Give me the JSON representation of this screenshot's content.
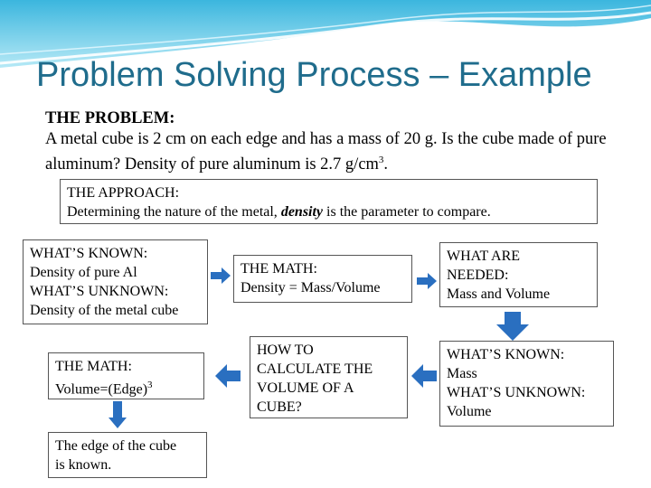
{
  "title": "Problem Solving Process – Example",
  "problem": {
    "heading": "THE PROBLEM:",
    "text_before_sup": "A metal cube is 2 cm on each edge and has a mass of 20 g.  Is the cube made of pure aluminum?  Density of pure aluminum is 2.7 g/cm",
    "sup": "3",
    "text_after_sup": "."
  },
  "approach": {
    "heading": "THE APPROACH:",
    "text_before": "Determining the nature of the metal, ",
    "emphasis": "density",
    "text_after": " is the parameter to compare."
  },
  "known_unknown_1": {
    "lines": [
      "WHAT’S KNOWN:",
      "Density of pure Al",
      "WHAT’S UNKNOWN:",
      "Density of the metal cube"
    ]
  },
  "math_1": {
    "lines": [
      "THE MATH:",
      "Density = Mass/Volume"
    ]
  },
  "needed": {
    "lines": [
      "WHAT ARE",
      "NEEDED:",
      "Mass and Volume"
    ]
  },
  "known_unknown_2": {
    "lines": [
      "WHAT’S KNOWN:",
      "Mass",
      "WHAT’S UNKNOWN:",
      "Volume"
    ]
  },
  "how_to": {
    "lines": [
      "HOW TO",
      "CALCULATE THE",
      "VOLUME OF A",
      "CUBE?"
    ]
  },
  "math_2": {
    "heading": "THE MATH:",
    "formula": "Volume=(Edge)",
    "sup": "3"
  },
  "edge": {
    "lines": [
      "The edge of the cube",
      "is known."
    ]
  },
  "colors": {
    "title": "#1f6c8c",
    "arrow": "#2a6fc0",
    "wave": "#5fc8e6"
  }
}
